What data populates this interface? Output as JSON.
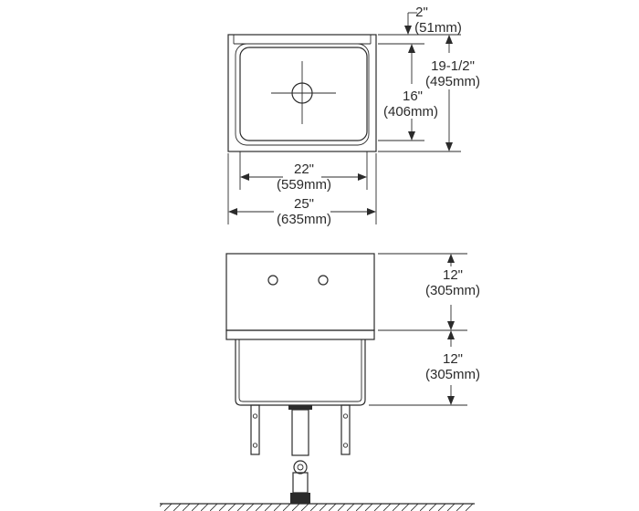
{
  "top_view": {
    "lip_depth": {
      "imperial": "2\"",
      "metric": "(51mm)"
    },
    "overall_depth": {
      "imperial": "19-1/2\"",
      "metric": "(495mm)"
    },
    "bowl_depth": {
      "imperial": "16\"",
      "metric": "(406mm)"
    },
    "bowl_width": {
      "imperial": "22\"",
      "metric": "(559mm)"
    },
    "overall_width": {
      "imperial": "25\"",
      "metric": "(635mm)"
    }
  },
  "front_view": {
    "backsplash_height": {
      "imperial": "12\"",
      "metric": "(305mm)"
    },
    "bowl_height": {
      "imperial": "12\"",
      "metric": "(305mm)"
    }
  }
}
